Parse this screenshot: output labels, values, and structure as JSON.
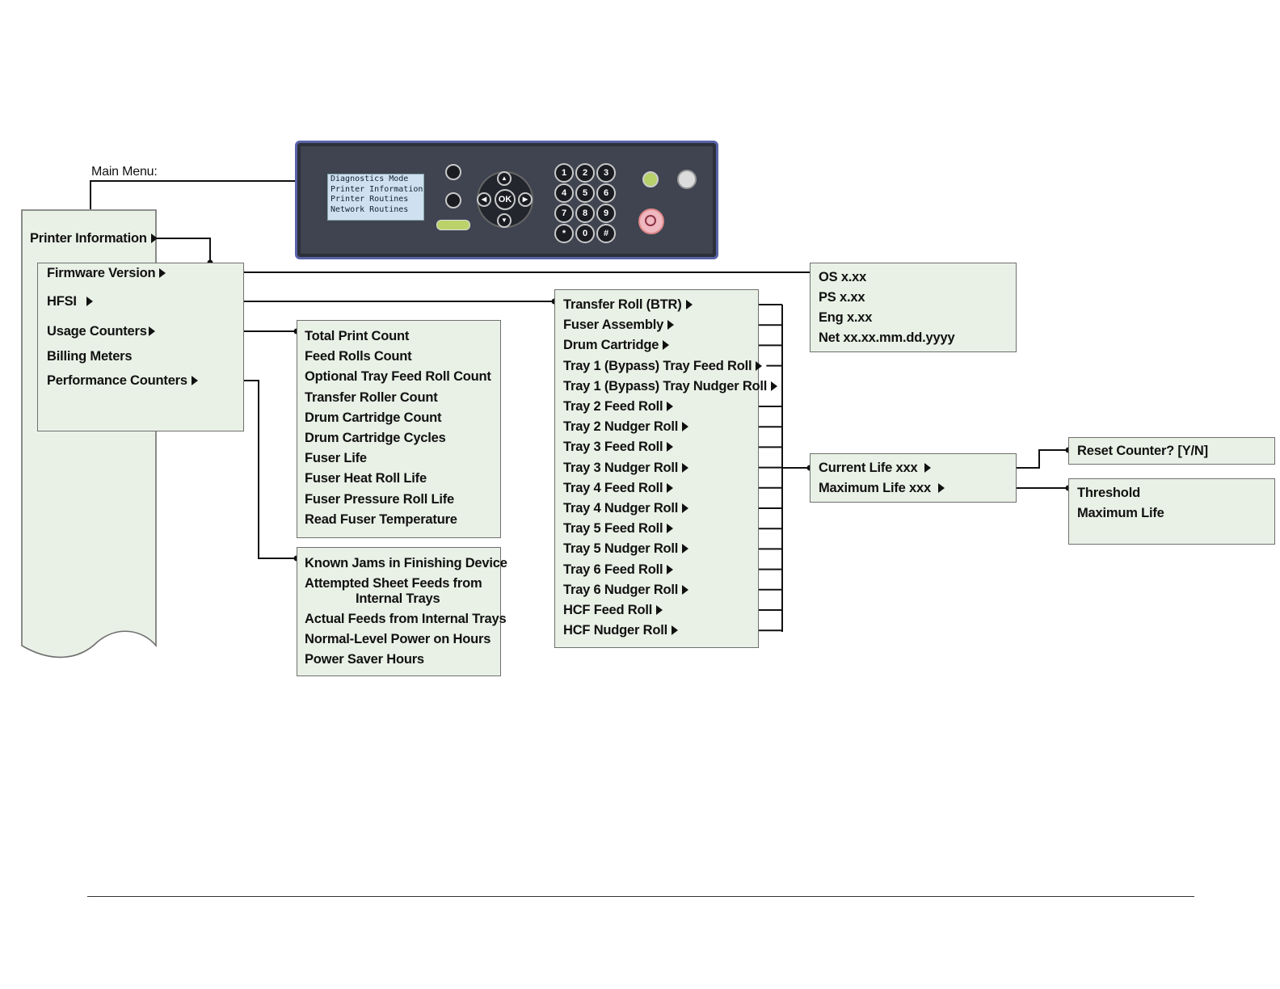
{
  "main_menu_label": "Main Menu:",
  "lcd": [
    "Diagnostics Mode",
    "Printer Information",
    "Printer Routines",
    "Network Routines"
  ],
  "keypad": [
    "1",
    "2",
    "3",
    "4",
    "5",
    "6",
    "7",
    "8",
    "9",
    "*",
    "0",
    "#"
  ],
  "ok_label": "OK",
  "printer_information": "Printer Information",
  "printer_info_items": [
    "Firmware Version",
    "HFSI",
    "Usage Counters",
    "Billing Meters",
    "Performance Counters"
  ],
  "firmware": [
    "OS x.xx",
    "PS x.xx",
    "Eng x.xx",
    "Net xx.xx.mm.dd.yyyy"
  ],
  "usage_counters": [
    "Total Print Count",
    "Feed Rolls Count",
    "Optional Tray Feed Roll Count",
    "Transfer Roller Count",
    "Drum Cartridge Count",
    "Drum Cartridge Cycles",
    "Fuser Life",
    "Fuser Heat Roll Life",
    "Fuser Pressure Roll Life",
    "Read Fuser Temperature"
  ],
  "performance_counters": [
    "Known Jams in Finishing Device",
    "Attempted Sheet Feeds from",
    "Internal Trays",
    "Actual Feeds from Internal Trays",
    "Normal-Level Power on Hours",
    "Power Saver Hours"
  ],
  "hfsi": [
    "Transfer Roll (BTR)",
    "Fuser Assembly",
    "Drum Cartridge",
    "Tray 1 (Bypass) Tray Feed Roll",
    "Tray 1 (Bypass) Tray Nudger Roll",
    "Tray 2 Feed Roll",
    "Tray 2 Nudger Roll",
    "Tray 3 Feed Roll",
    "Tray 3 Nudger Roll",
    "Tray 4 Feed Roll",
    "Tray 4 Nudger Roll",
    "Tray 5 Feed Roll",
    "Tray 5 Nudger Roll",
    "Tray 6 Feed Roll",
    "Tray 6 Nudger Roll",
    "HCF Feed Roll",
    "HCF Nudger Roll"
  ],
  "life": [
    "Current Life xxx",
    "Maximum Life xxx"
  ],
  "reset": "Reset Counter? [Y/N]",
  "threshold": [
    "Threshold",
    "Maximum Life"
  ]
}
